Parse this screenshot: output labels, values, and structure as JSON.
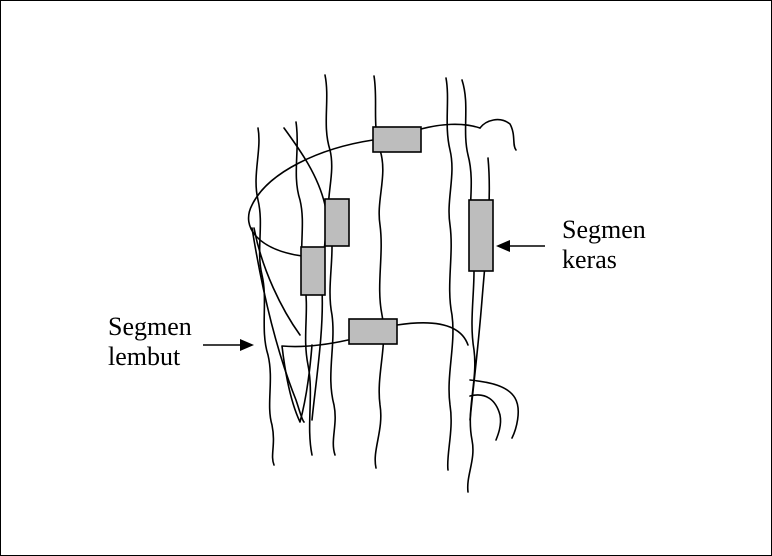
{
  "labels": {
    "hard_segment_line1": "Segmen",
    "hard_segment_line2": "keras",
    "soft_segment_line1": "Segmen",
    "soft_segment_line2": "lembut"
  },
  "colors": {
    "hard_segment_fill": "#bdbdbd",
    "stroke": "#000000",
    "background": "#ffffff"
  }
}
